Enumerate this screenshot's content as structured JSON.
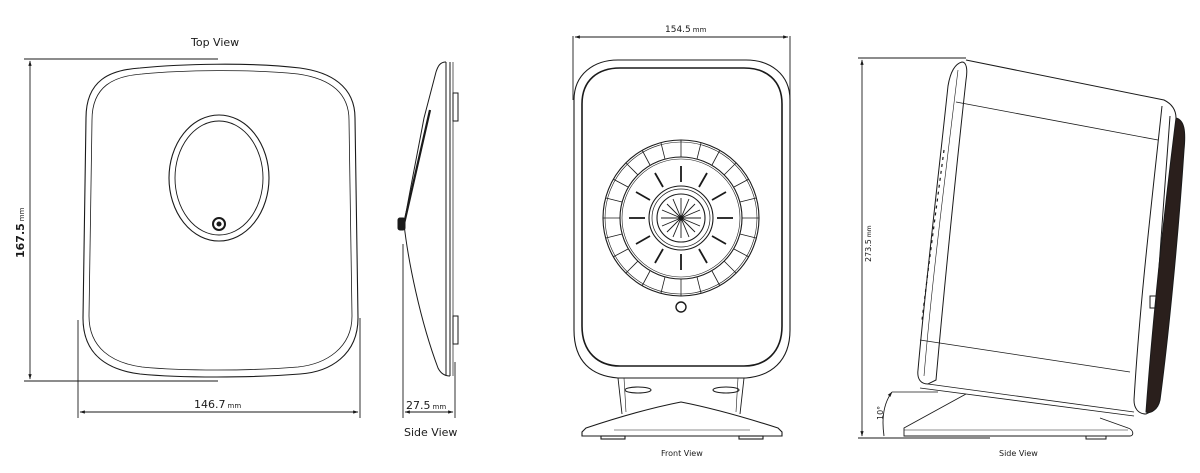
{
  "views": {
    "top": {
      "title": "Top View",
      "height_dim": {
        "value": "167.5",
        "unit": "mm"
      },
      "width_dim": {
        "value": "146.7",
        "unit": "mm"
      }
    },
    "side_small": {
      "title": "Side View",
      "depth_dim": {
        "value": "27.5",
        "unit": "mm"
      }
    },
    "front": {
      "title": "Front View",
      "width_dim": {
        "value": "154.5",
        "unit": "mm"
      }
    },
    "side_large": {
      "title": "Side View",
      "height_dim": {
        "value": "273.5",
        "unit": "mm"
      },
      "angle_dim": {
        "value": "10°"
      }
    }
  },
  "colors": {
    "line": "#1a1a1a",
    "grille_edge": "#2a1f1c",
    "background": "#ffffff"
  }
}
